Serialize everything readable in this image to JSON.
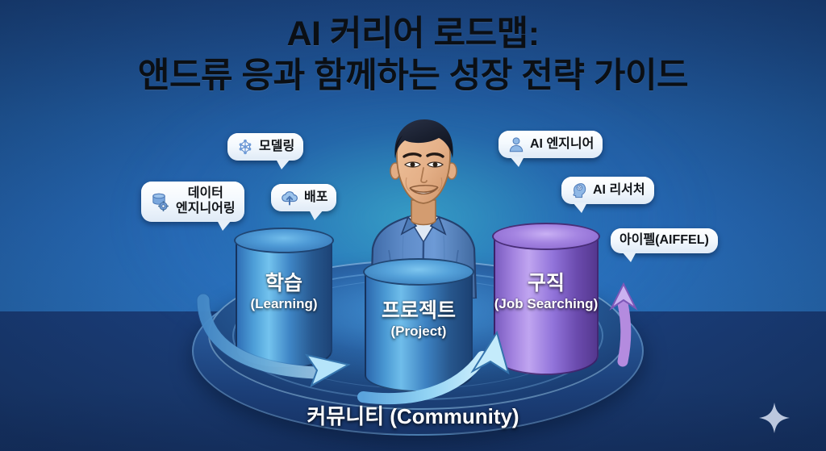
{
  "title": {
    "line1": "AI 커리어 로드맵:",
    "line2": "앤드류 응과 함께하는 성장 전략 가이드"
  },
  "colors": {
    "background_top": "#1c4784",
    "background_bottom": "#19376c",
    "glow_teal": "#46cdd7",
    "cylinder_blue": "#4e9fd8",
    "cylinder_purple": "#a484e0",
    "arrow_light_blue": "#8fd3f4",
    "bubble_white": "#ffffff",
    "text_dark": "#111418"
  },
  "stages": [
    {
      "ko": "학습",
      "en": "(Learning)",
      "color": "#4e9fd8",
      "name": "learning"
    },
    {
      "ko": "프로젝트",
      "en": "(Project)",
      "color": "#4a99d3",
      "name": "project"
    },
    {
      "ko": "구직",
      "en": "(Job Searching)",
      "color": "#a484e0",
      "name": "job-searching"
    }
  ],
  "bubbles": [
    {
      "label": "모델링",
      "icon": "neural-network-icon",
      "side": "left",
      "name": "modeling"
    },
    {
      "label_line1": "데이터",
      "label_line2": "엔지니어링",
      "icon": "database-gear-icon",
      "side": "left",
      "name": "data-engineering"
    },
    {
      "label": "배포",
      "icon": "cloud-upload-icon",
      "side": "left",
      "name": "deployment"
    },
    {
      "label": "AI 엔지니어",
      "icon": "person-icon",
      "side": "right",
      "name": "ai-engineer"
    },
    {
      "label": "AI 리서처",
      "icon": "head-brain-icon",
      "side": "right",
      "name": "ai-researcher"
    },
    {
      "label": "아이펠(AIFFEL)",
      "icon": "none",
      "side": "right",
      "name": "aiffel"
    }
  ],
  "platform": {
    "label": "커뮤니티 (Community)"
  },
  "person": {
    "name": "andrew-ng-illustration",
    "shirt_color": "#5b87c4",
    "hair_color": "#1d2433"
  },
  "decoration": {
    "sparkle": "four-point-sparkle-icon"
  }
}
